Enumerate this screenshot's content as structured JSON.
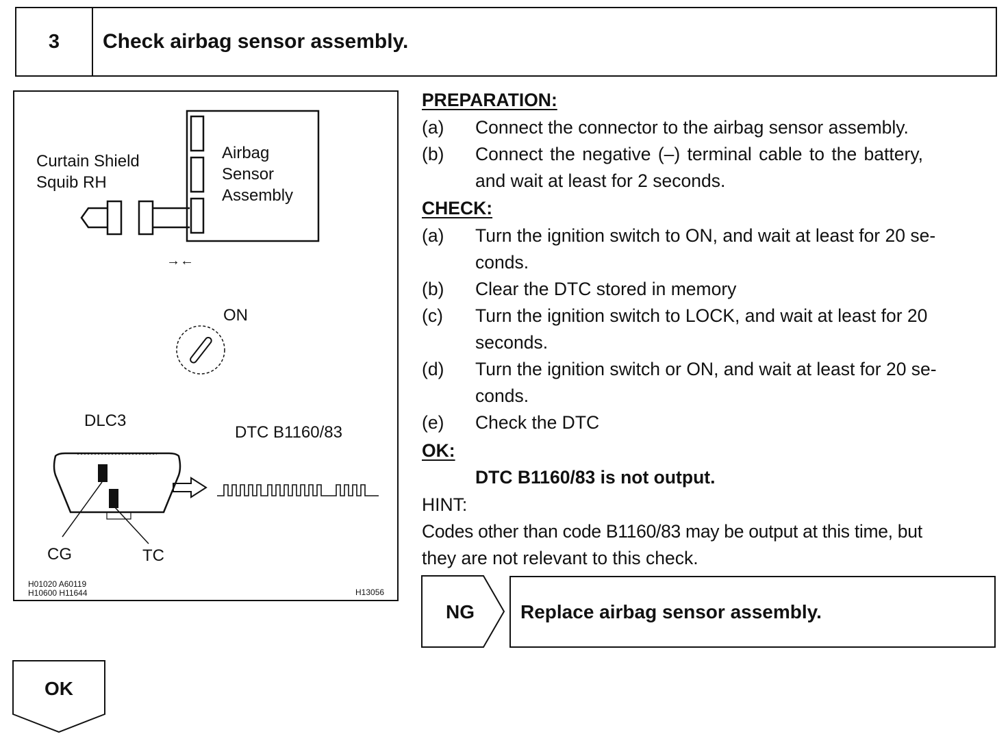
{
  "step": {
    "number": "3",
    "title": "Check airbag sensor assembly."
  },
  "figure": {
    "curtain_label": [
      "Curtain Shield",
      "Squib RH"
    ],
    "sensor_label": [
      "Airbag",
      "Sensor",
      "Assembly"
    ],
    "arrows": "→←",
    "ignition_label": "ON",
    "dlc_label": "DLC3",
    "dtc_label": "DTC B1160/83",
    "cg_label": "CG",
    "tc_label": "TC",
    "ref_codes": "H01020 A60119\nH10600 H11644",
    "figure_id": "H13056"
  },
  "preparation": {
    "heading": "PREPARATION:",
    "items": [
      {
        "label": "(a)",
        "lines": [
          "Connect the connector to the airbag sensor assembly."
        ]
      },
      {
        "label": "(b)",
        "lines": [
          "Connect the negative (–) terminal cable to the battery,",
          "and wait at least for 2 seconds."
        ]
      }
    ]
  },
  "check": {
    "heading": "CHECK:",
    "items": [
      {
        "label": "(a)",
        "lines": [
          "Turn the ignition switch to ON, and wait at least for 20 se-",
          "conds."
        ]
      },
      {
        "label": "(b)",
        "lines": [
          "Clear the DTC stored in memory"
        ]
      },
      {
        "label": "(c)",
        "lines": [
          "Turn the ignition switch to LOCK, and wait at least for 20",
          "seconds."
        ]
      },
      {
        "label": "(d)",
        "lines": [
          "Turn the ignition switch or ON, and wait at least for 20 se-",
          "conds."
        ]
      },
      {
        "label": "(e)",
        "lines": [
          "Check the DTC"
        ]
      }
    ]
  },
  "ok": {
    "heading": "OK:",
    "result": "DTC B1160/83 is not output."
  },
  "hint": {
    "heading": "HINT:",
    "lines": [
      "Codes other than code B1160/83 may be output at this time, but",
      "they are not relevant to this check."
    ]
  },
  "ng": {
    "label": "NG",
    "action": "Replace airbag sensor assembly."
  },
  "ok_flow": {
    "label": "OK"
  }
}
